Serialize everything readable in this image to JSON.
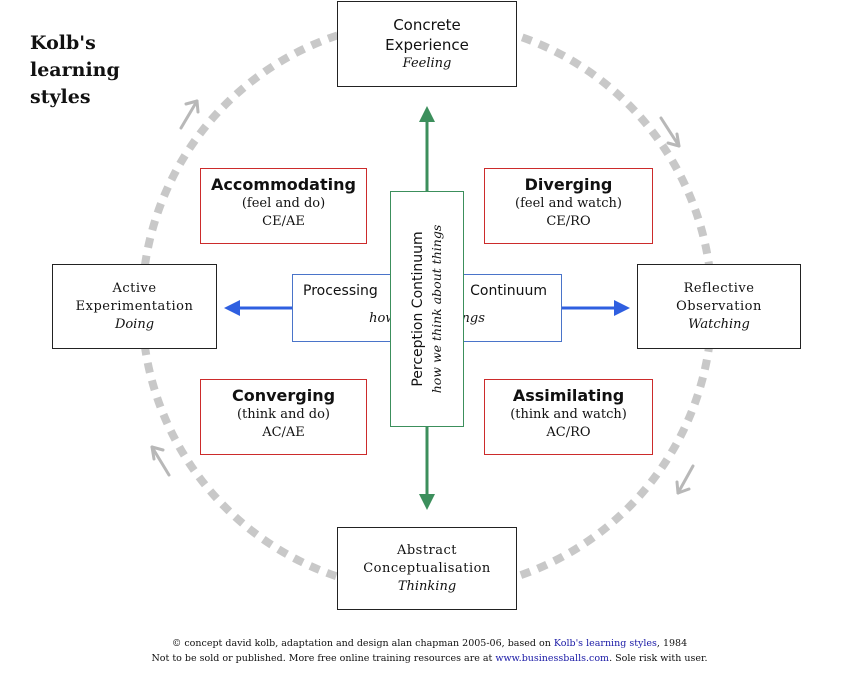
{
  "title": "Kolb's learning styles",
  "poles": {
    "top": {
      "name_line1": "Concrete",
      "name_line2": "Experience",
      "verb": "Feeling"
    },
    "left": {
      "name_line1": "Active",
      "name_line2": "Experimentation",
      "verb": "Doing"
    },
    "right": {
      "name_line1": "Reflective",
      "name_line2": "Observation",
      "verb": "Watching"
    },
    "bottom": {
      "name_line1": "Abstract",
      "name_line2": "Conceptualisation",
      "verb": "Thinking"
    }
  },
  "styles": {
    "accommodating": {
      "name": "Accommodating",
      "desc": "(feel and do)",
      "code": "CE/AE"
    },
    "diverging": {
      "name": "Diverging",
      "desc": "(feel and watch)",
      "code": "CE/RO"
    },
    "converging": {
      "name": "Converging",
      "desc": "(think and do)",
      "code": "AC/AE"
    },
    "assimilating": {
      "name": "Assimilating",
      "desc": "(think and watch)",
      "code": "AC/RO"
    }
  },
  "processing": {
    "left_text": "Processing",
    "right_text": "Continuum",
    "subtitle": "how we do things"
  },
  "perception": {
    "title": "Perception Continuum",
    "subtitle": "how we think about things"
  },
  "footer": {
    "line1_prefix": "© concept david kolb, adaptation and design alan chapman 2005-06, based on ",
    "line1_link": "Kolb's learning styles",
    "line1_suffix": ", 1984",
    "line2_prefix": "Not to be sold or published. More free online training resources are at ",
    "line2_link": "www.businessballs.com",
    "line2_suffix": ". Sole risk with user."
  },
  "colors": {
    "cycle": "#c8c8c8",
    "vertical_arrow": "#3c8f5c",
    "horizontal_arrow": "#2f5fe0",
    "style_border": "#cc2b2b",
    "processing_border": "#4a74c9",
    "perception_border": "#3c8f5c"
  },
  "icons": [
    "cycle-direction-arrow-icon",
    "arrow-up-icon",
    "arrow-down-icon",
    "arrow-left-icon",
    "arrow-right-icon"
  ]
}
